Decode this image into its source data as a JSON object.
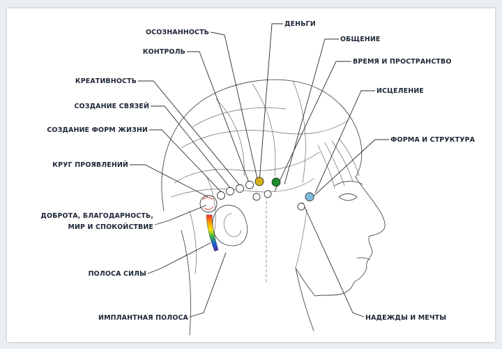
{
  "labels": {
    "awareness": "ОСОЗНАННОСТЬ",
    "control": "КОНТРОЛЬ",
    "money": "ДЕНЬГИ",
    "communication": "ОБЩЕНИЕ",
    "time_space": "ВРЕМЯ И ПРОСТРАНСТВО",
    "creativity": "КРЕАТИВНОСТЬ",
    "connections": "СОЗДАНИЕ СВЯЗЕЙ",
    "life_forms": "СОЗДАНИЕ ФОРМ ЖИЗНИ",
    "healing": "ИСЦЕЛЕНИЕ",
    "form_structure": "ФОРМА И СТРУКТУРА",
    "manifestation": "КРУГ ПРОЯВЛЕНИЙ",
    "kindness_1": "ДОБРОТА, БЛАГОДАРНОСТЬ,",
    "kindness_2": "МИР И СПОКОЙСТВИЕ",
    "power_strip": "ПОЛОСА СИЛЫ",
    "implant_strip": "ИМПЛАНТНАЯ ПОЛОСА",
    "hopes_dreams": "НАДЕЖДЫ И МЕЧТЫ"
  },
  "colors": {
    "money_node": "#d6b21a",
    "communication_node": "#1f8a2a",
    "healing_node": "#7bbbe0",
    "power_strip_gradient": [
      "#ff2a2a",
      "#ff9a00",
      "#ffe600",
      "#2fb34a",
      "#1d5fd6",
      "#5a22a8"
    ]
  }
}
